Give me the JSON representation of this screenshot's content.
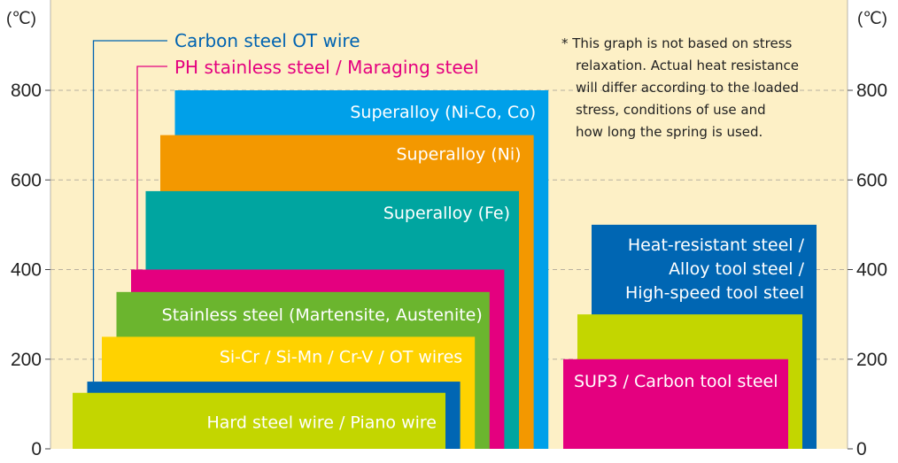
{
  "chart_data": {
    "type": "bar",
    "unit_label": "(℃)",
    "y_ticks": [
      0,
      200,
      400,
      600,
      800
    ],
    "ylim": [
      0,
      800
    ],
    "grid": true,
    "colors": {
      "background": "#fdf0c6",
      "grid": "#b8b0a0"
    },
    "legend_lines": [
      {
        "label": "Carbon steel OT wire",
        "color": "#0063b1"
      },
      {
        "label": "PH stainless steel / Maraging steel",
        "color": "#e4007f"
      }
    ],
    "note": [
      "* This graph is not based on stress",
      "relaxation. Actual heat resistance",
      "will differ according to the loaded",
      "stress, conditions of use and",
      "how long the spring is used."
    ],
    "series": [
      {
        "label": "Hard steel wire / Piano wire",
        "value": 125,
        "color": "#c3d600",
        "group": 1
      },
      {
        "label": "",
        "value": 150,
        "color": "#0066b3",
        "group": 1,
        "legend_ref": "Carbon steel OT wire"
      },
      {
        "label": "Si-Cr / Si-Mn / Cr-V / OT wires",
        "value": 250,
        "color": "#ffd200",
        "group": 1
      },
      {
        "label": "Stainless steel (Martensite, Austenite)",
        "value": 350,
        "color": "#6bb52e",
        "group": 1
      },
      {
        "label": "",
        "value": 400,
        "color": "#e4007f",
        "group": 1,
        "legend_ref": "PH stainless steel / Maraging steel"
      },
      {
        "label": "Superalloy (Fe)",
        "value": 575,
        "color": "#00a5a0",
        "group": 1
      },
      {
        "label": "Superalloy (Ni)",
        "value": 700,
        "color": "#f39800",
        "group": 1
      },
      {
        "label": "Superalloy (Ni-Co, Co)",
        "value": 800,
        "color": "#00a0e9",
        "group": 1
      },
      {
        "label": "SUP3 / Carbon tool steel",
        "value": 200,
        "color": "#e4007f",
        "group": 2
      },
      {
        "label": "",
        "value": 300,
        "color": "#c3d600",
        "group": 2
      },
      {
        "label": "Heat-resistant steel / Alloy tool steel / High-speed tool steel",
        "value": 500,
        "color": "#0066b3",
        "group": 2,
        "label_lines": [
          "Heat-resistant steel /",
          "Alloy tool steel /",
          "High-speed tool steel"
        ]
      }
    ]
  }
}
